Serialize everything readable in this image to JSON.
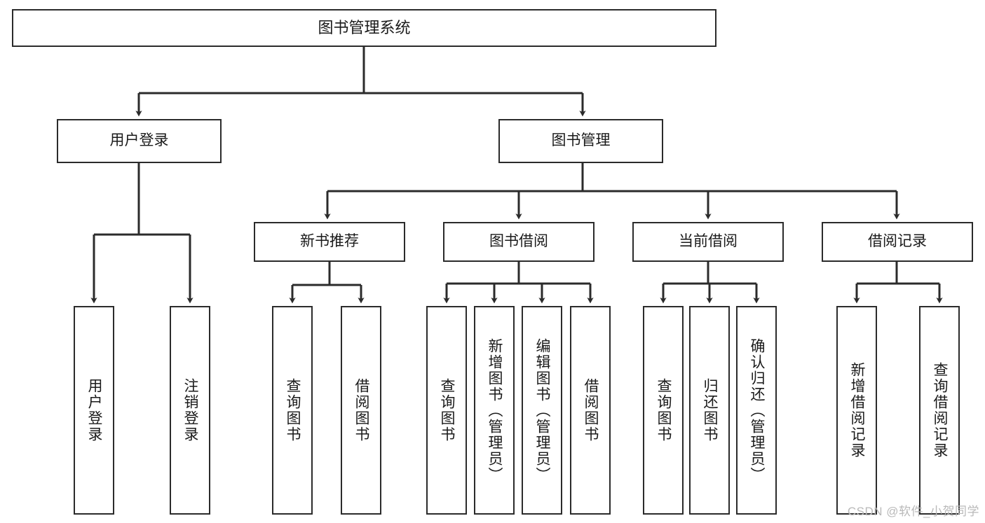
{
  "diagram": {
    "title": "图书管理系统",
    "type": "tree-hierarchy",
    "stroke_color": "#2b2b2b",
    "fill_color": "#ffffff",
    "root": {
      "id": "root",
      "label": "图书管理系统"
    },
    "level2": [
      {
        "id": "user-login",
        "label": "用户登录"
      },
      {
        "id": "book-manage",
        "label": "图书管理"
      }
    ],
    "level3": [
      {
        "id": "new-book-recommend",
        "label": "新书推荐"
      },
      {
        "id": "book-borrow",
        "label": "图书借阅"
      },
      {
        "id": "current-borrow",
        "label": "当前借阅"
      },
      {
        "id": "borrow-record",
        "label": "借阅记录"
      }
    ],
    "leaves": {
      "user_login": [
        {
          "id": "leaf-user-login",
          "label": "用户登录"
        },
        {
          "id": "leaf-logout-login",
          "label": "注销登录"
        }
      ],
      "new_book_recommend": [
        {
          "id": "leaf-query-book-1",
          "label": "查询图书"
        },
        {
          "id": "leaf-borrow-book-1",
          "label": "借阅图书"
        }
      ],
      "book_borrow": [
        {
          "id": "leaf-query-book-2",
          "label": "查询图书"
        },
        {
          "id": "leaf-add-book",
          "label": "新增图书（管理员）"
        },
        {
          "id": "leaf-edit-book",
          "label": "编辑图书（管理员）"
        },
        {
          "id": "leaf-borrow-book-2",
          "label": "借阅图书"
        }
      ],
      "current_borrow": [
        {
          "id": "leaf-query-book-3",
          "label": "查询图书"
        },
        {
          "id": "leaf-return-book",
          "label": "归还图书"
        },
        {
          "id": "leaf-confirm-return",
          "label": "确认归还（管理员）"
        }
      ],
      "borrow_record": [
        {
          "id": "leaf-add-record",
          "label": "新增借阅记录"
        },
        {
          "id": "leaf-query-record",
          "label": "查询借阅记录"
        }
      ]
    }
  },
  "watermark": {
    "text": "CSDN @软件_小贺同学"
  }
}
